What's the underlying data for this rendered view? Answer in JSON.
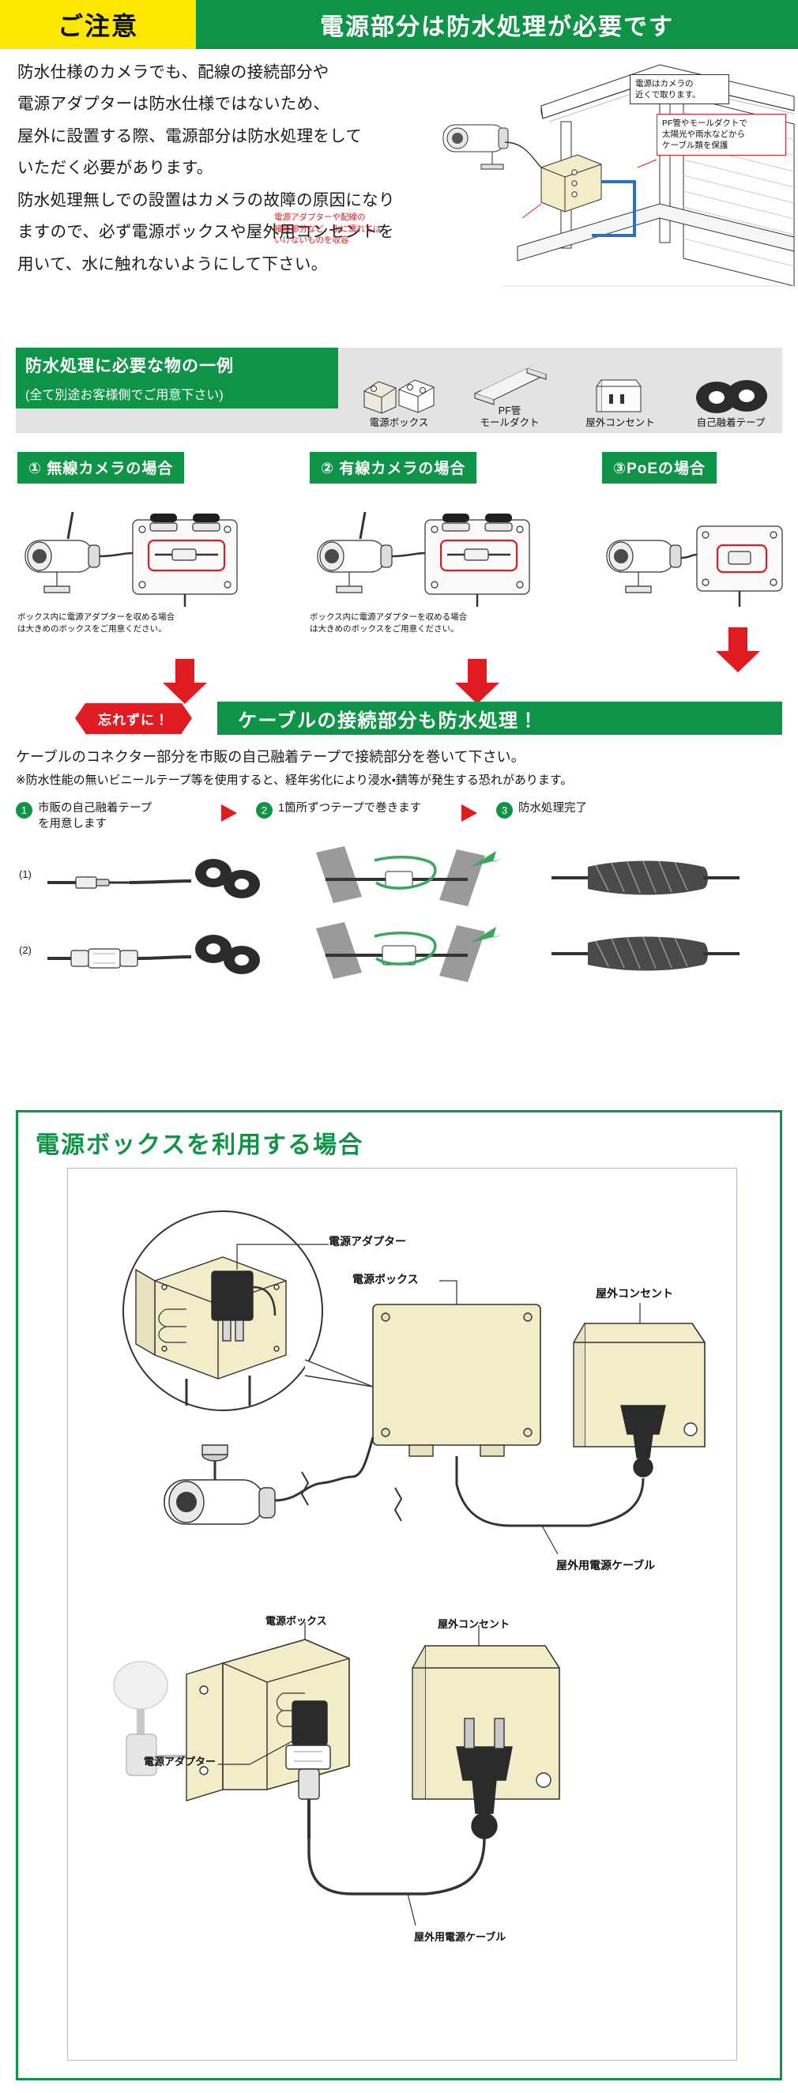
{
  "header": {
    "caution_tag": "ご注意",
    "title": "電源部分は防水処理が必要です"
  },
  "intro": {
    "lines": [
      "防水仕様のカメラでも、配線の接続部分や",
      "電源アダプターは防水仕様ではないため、",
      "屋外に設置する際、電源部分は防水処理をして",
      "いただく必要があります。",
      "防水処理無しでの設置はカメラの故障の原因になり",
      "ますので、必ず電源ボックスや屋外用コンセントを",
      "用いて、水に触れないようにして下さい。"
    ]
  },
  "house": {
    "callout_power": "電源はカメラの\n近くで取ります。",
    "callout_pipe": "PF管やモールダクトで\n太陽光や雨水などから\nケーブル類を保護",
    "callout_adapter": "電源アダプターや配線の\n接続部分など、水に濡れては\nいけないものを収容"
  },
  "materials": {
    "title": "防水処理に必要な物の一例",
    "subtitle": "(全て別途お客様側でご用意下さい)",
    "items": [
      {
        "icon": "power-box-icon",
        "label": "電源ボックス"
      },
      {
        "icon": "pf-pipe-icon",
        "label": "PF管\nモールダクト"
      },
      {
        "icon": "outdoor-outlet-icon",
        "label": "屋外コンセント"
      },
      {
        "icon": "self-fusing-tape-icon",
        "label": "自己融着テープ"
      }
    ]
  },
  "cases": [
    {
      "title": "① 無線カメラの場合",
      "note": "ボックス内に電源アダプターを収める場合は大きめのボックスをご用意ください。"
    },
    {
      "title": "② 有線カメラの場合",
      "note": "ボックス内に電源アダプターを収める場合は大きめのボックスをご用意ください。"
    },
    {
      "title": "③PoEの場合",
      "note": ""
    }
  ],
  "cable_banner": {
    "ribbon": "忘れずに！",
    "title": "ケーブルの接続部分も防水処理！"
  },
  "tape": {
    "lead": "ケーブルのコネクター部分を市販の自己融着テープで接続部分を巻いて下さい。",
    "warn": "※防水性能の無いビニールテープ等を使用すると、経年劣化により浸水・錆等が発生する恐れがあります。",
    "steps": [
      {
        "num": "1",
        "text": "市販の自己融着テープ\nを用意します"
      },
      {
        "num": "2",
        "text": "1箇所ずつテープで巻きます"
      },
      {
        "num": "3",
        "text": "防水処理完了"
      }
    ],
    "row_labels": [
      "(1)",
      "(2)"
    ]
  },
  "powerbox": {
    "title": "電源ボックスを利用する場合",
    "labels_top": {
      "adapter": "電源アダプター",
      "box": "電源ボックス",
      "outlet": "屋外コンセント",
      "cable": "屋外用電源ケーブル"
    },
    "labels_bottom": {
      "outlet": "屋外コンセント",
      "box": "電源ボックス",
      "adapter": "電源アダプター",
      "cable": "屋外用電源ケーブル"
    }
  },
  "colors": {
    "green": "#0f9347",
    "yellow": "#ffe800",
    "red": "#e11b22",
    "gray": "#e3e3e3",
    "cream": "#f2ecc9"
  }
}
